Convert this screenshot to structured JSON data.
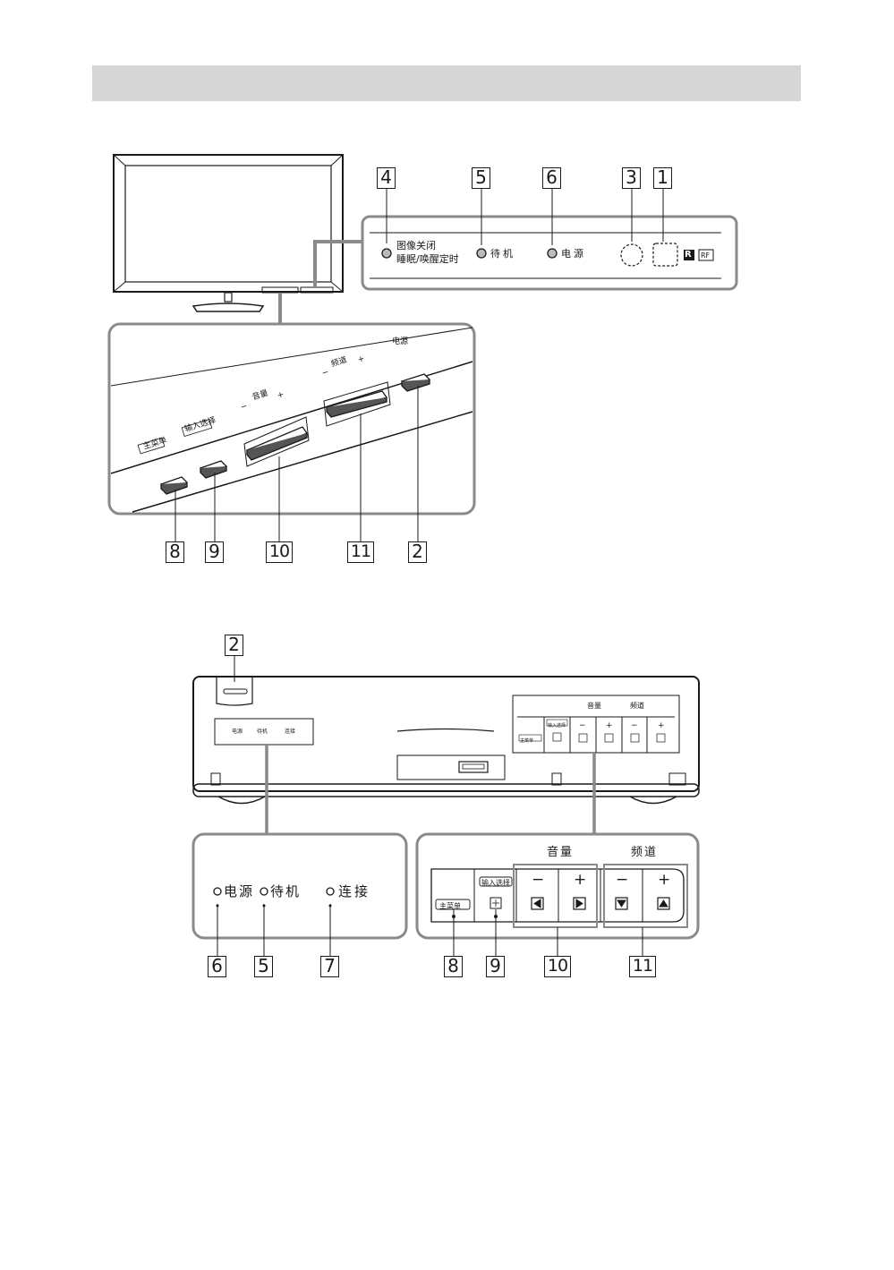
{
  "callouts": {
    "top": [
      "4",
      "5",
      "6",
      "3",
      "1"
    ],
    "side_bottom": [
      "8",
      "9",
      "10",
      "11",
      "2"
    ],
    "front_top": "2",
    "front_bottom_left": [
      "6",
      "5",
      "7"
    ],
    "front_bottom_right": [
      "8",
      "9",
      "10",
      "11"
    ]
  },
  "indicators": {
    "picture_off": "图像关闭",
    "sleep_wake_timer": "睡眠/唤醒定时",
    "standby": "待机",
    "power": "电源",
    "connect": "连接",
    "logo_r": "R",
    "logo_rf": "RF"
  },
  "side_panel": {
    "power": "电源",
    "channel": "频道",
    "volume": "音量",
    "input_select": "输入选择",
    "main_menu": "主菜单",
    "minus": "−",
    "plus": "+"
  },
  "front_panel": {
    "volume": "音量",
    "channel": "频道",
    "input_select": "输入选择",
    "main_menu": "主菜单",
    "minus": "−",
    "plus": "+",
    "power_small": "电源",
    "standby_small": "待机",
    "connect_small": "连接"
  },
  "colors": {
    "title_bar": "#d6d6d6",
    "outline": "#1a1a1a",
    "panel_stroke": "#8a8a8a"
  }
}
